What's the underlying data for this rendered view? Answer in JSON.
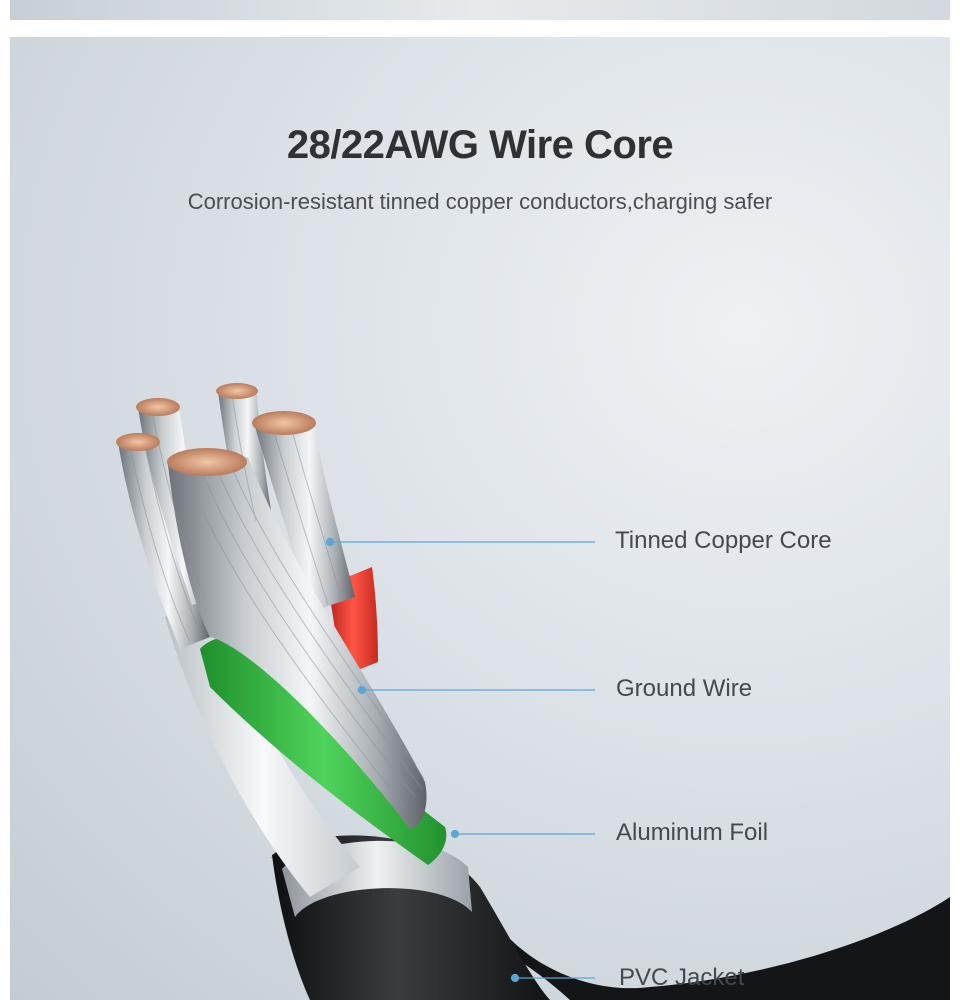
{
  "heading": {
    "title": "28/22AWG Wire Core",
    "subtitle": "Corrosion-resistant tinned copper conductors,charging safer"
  },
  "callouts": [
    {
      "label": "Tinned Copper Core"
    },
    {
      "label": "Ground Wire"
    },
    {
      "label": "Aluminum Foil"
    },
    {
      "label": "PVC Jacket"
    }
  ],
  "colors": {
    "callout_line": "#5aa6d8",
    "red_wire": "#e23b2f",
    "green_wire": "#2fba3e",
    "white_wire": "#e9edef",
    "jacket": "#1c1d1f",
    "foil": "#b8bec3"
  }
}
